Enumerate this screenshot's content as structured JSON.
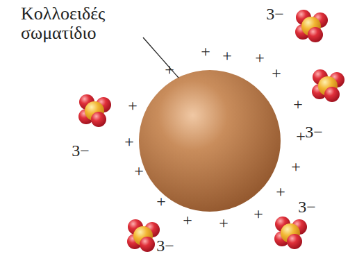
{
  "diagram": {
    "labels": [
      "Κολλοειδές σωματίδιο",
      "+",
      "+",
      "+",
      "+",
      "+",
      "+",
      "+",
      "+",
      "+",
      "+",
      "+",
      "+",
      "+",
      "+",
      "+",
      "+",
      "3−",
      "3−",
      "3−",
      "3−",
      "3−"
    ]
  }
}
